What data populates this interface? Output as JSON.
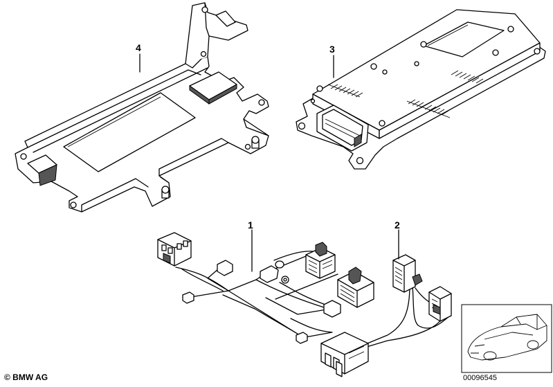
{
  "parts": [
    {
      "id": "part-4",
      "number": "4"
    },
    {
      "id": "part-3",
      "number": "3"
    },
    {
      "id": "part-1",
      "number": "1"
    },
    {
      "id": "part-2",
      "number": "2"
    }
  ],
  "footer": {
    "copyright": "© BMW AG",
    "drawing_number": "00096545"
  }
}
